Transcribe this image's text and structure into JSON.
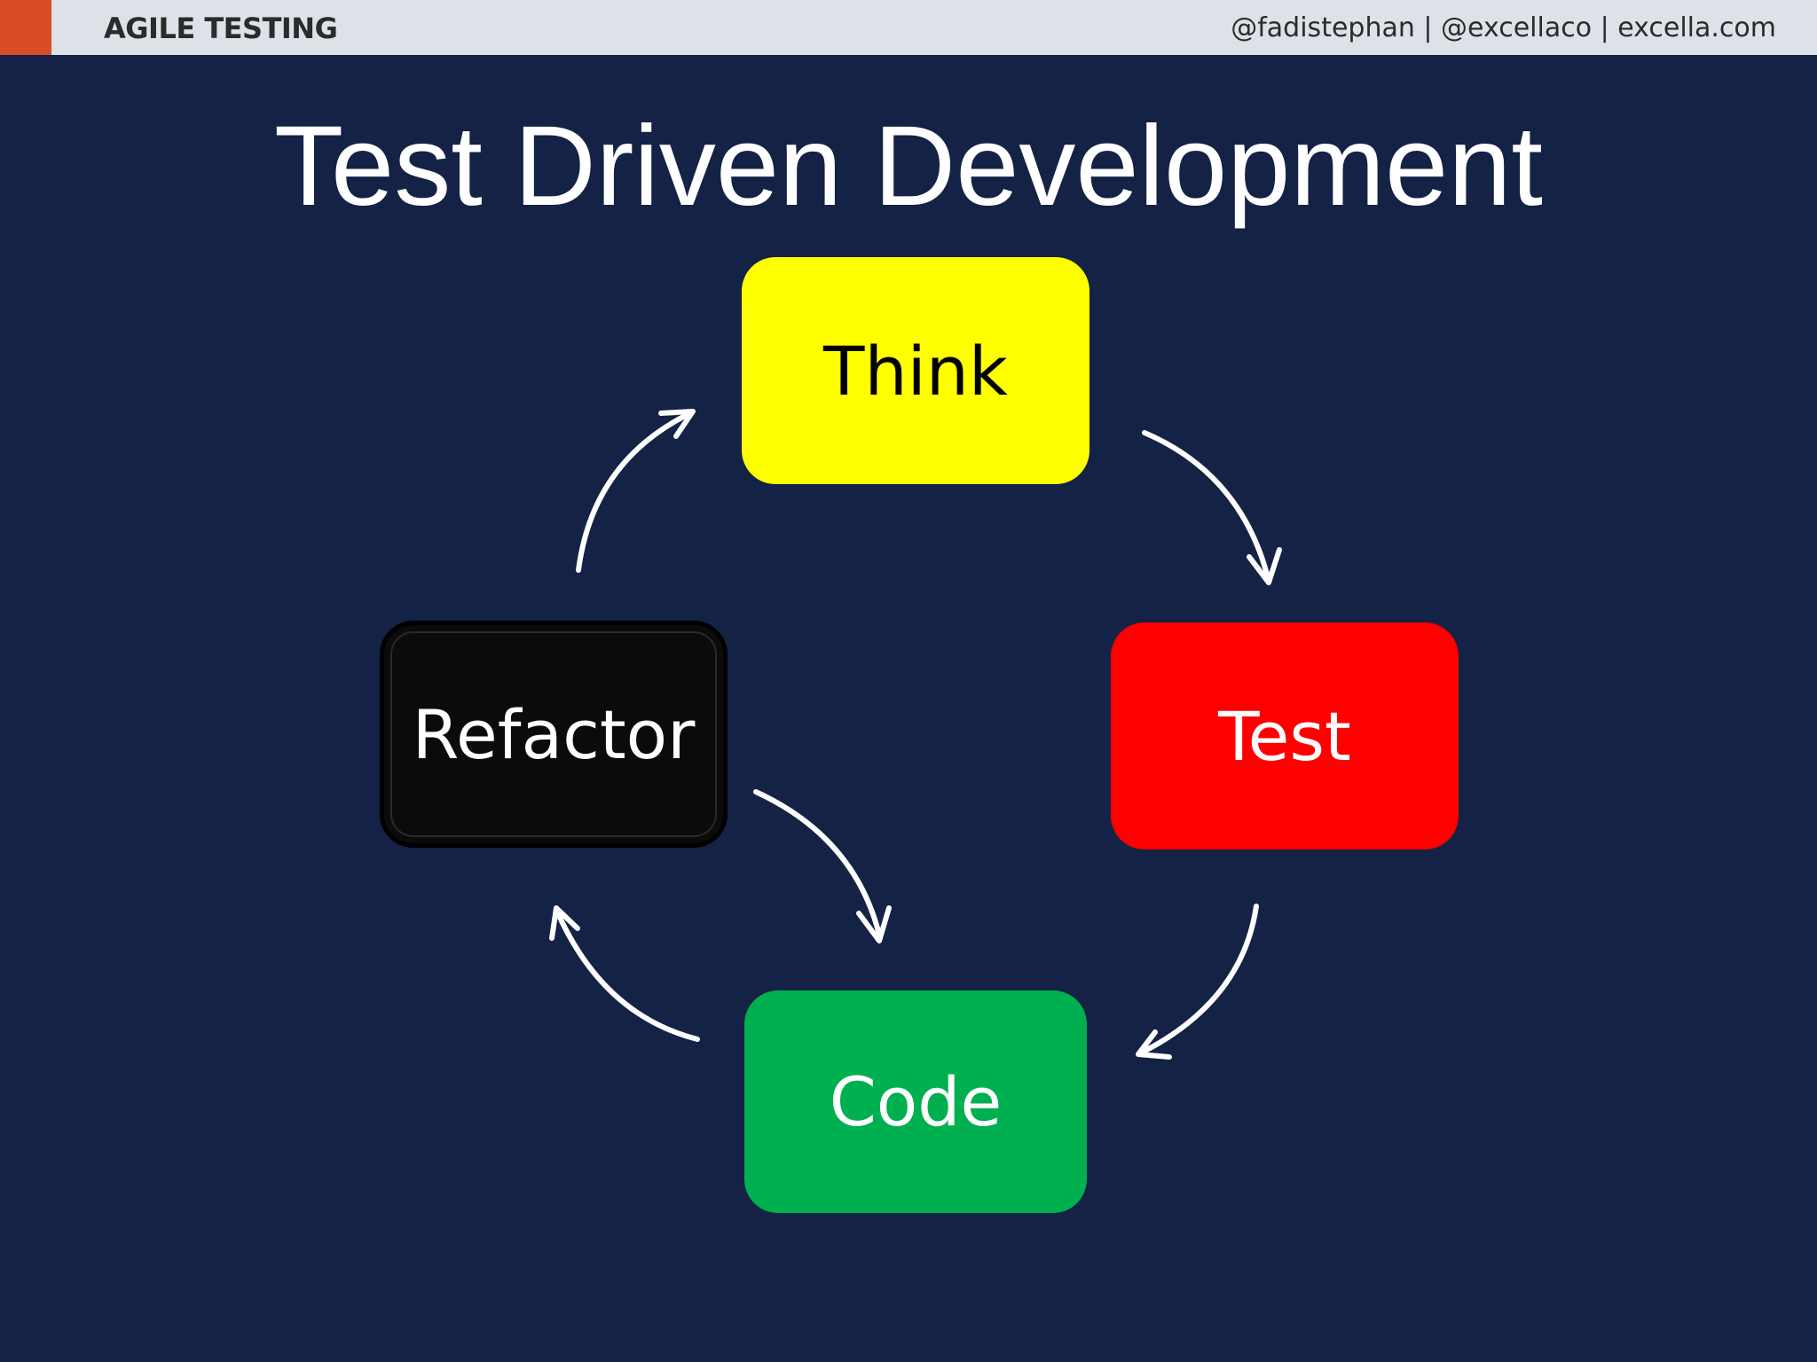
{
  "header": {
    "section": "AGILE TESTING",
    "credits": "@fadistephan | @excellaco | excella.com",
    "accent_color": "#d84c26"
  },
  "slide": {
    "title": "Test Driven Development"
  },
  "cycle": {
    "steps": [
      {
        "label": "Think",
        "color": "#ffff00"
      },
      {
        "label": "Test",
        "color": "#ff0000"
      },
      {
        "label": "Code",
        "color": "#00b050"
      },
      {
        "label": "Refactor",
        "color": "#0b0b0b"
      }
    ],
    "arrow_color": "#ffffff"
  }
}
